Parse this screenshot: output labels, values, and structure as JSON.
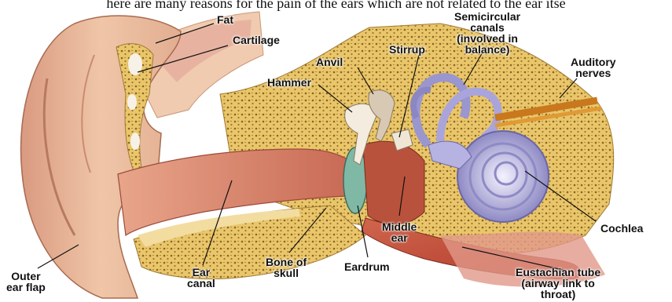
{
  "caption": "here are many reasons for the pain of the ears which are not related to the ear itse",
  "labels": {
    "fat": "Fat",
    "cartilage": "Cartilage",
    "anvil": "Anvil",
    "stirrup": "Stirrup",
    "semicircular": "Semicircular\ncanals\n(involved in\nbalance)",
    "auditory": "Auditory\nnerves",
    "hammer": "Hammer",
    "cochlea": "Cochlea",
    "middle_ear": "Middle\near",
    "bone_of_skull": "Bone of\nskull",
    "eardrum": "Eardrum",
    "eustachian": "Eustachian tube\n(airway link to\nthroat)",
    "outer_ear_flap": "Outer\near flap",
    "ear_canal": "Ear\ncanal"
  }
}
